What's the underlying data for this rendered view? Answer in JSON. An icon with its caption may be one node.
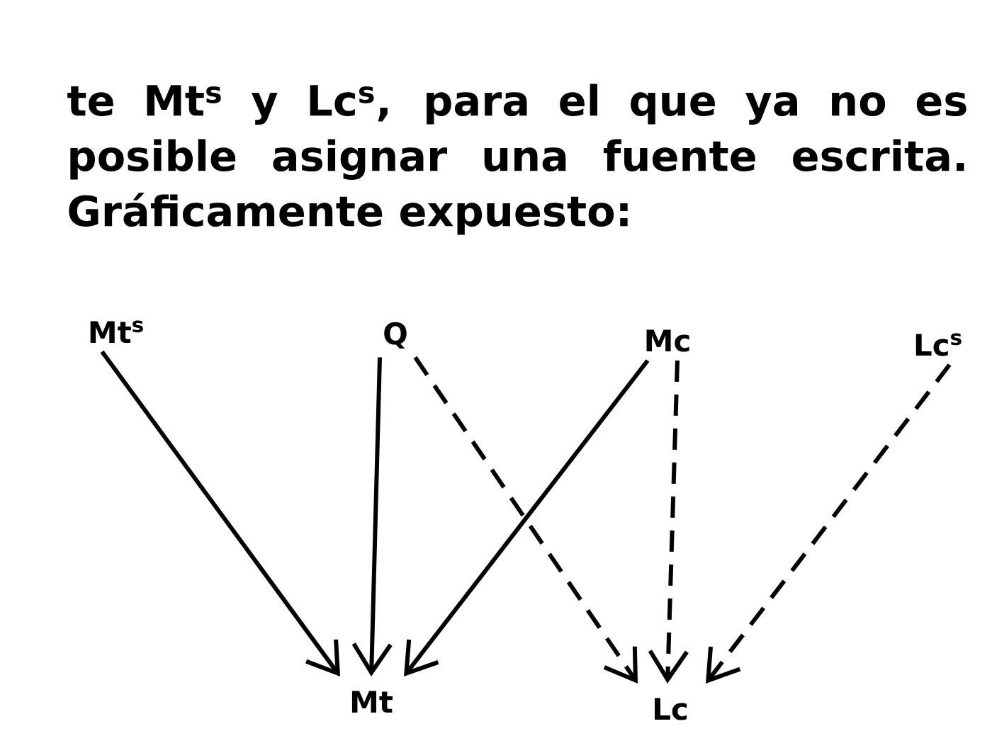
{
  "diagram": {
    "nodes": [
      {
        "text": [
          "Mt$^{s}$"
        ]
      },
      {
        "text": [
          "Q"
        ]
      },
      {
        "text": [
          "Mc"
        ]
      },
      {
        "text": [
          "Lc$^{s}$"
        ]
      },
      {
        "text": [
          "Mt"
        ]
      },
      {
        "text": [
          "Lc"
        ]
      }
    ],
    "edges": [
      {
        "from": 0,
        "to": 4,
        "arrow": "to"
      },
      {
        "from": 1,
        "to": 4,
        "arrow": "to"
      },
      {
        "from": 2,
        "to": 4,
        "arrow": "to"
      },
      {
        "from": 1,
        "to": 5,
        "arrow": "to",
        "style": "dashed"
      },
      {
        "from": 2,
        "to": 5,
        "arrow": "to",
        "style": "dashed"
      },
      {
        "from": 3,
        "to": 5,
        "arrow": "to",
        "style": "dashed"
      }
    ],
    "labels": [
      "te Mt$^{s}$ y Lc$^{s}$, para el que ya no es posible asignar una fuente escrita. Gráficamente expuesto:"
    ]
  }
}
